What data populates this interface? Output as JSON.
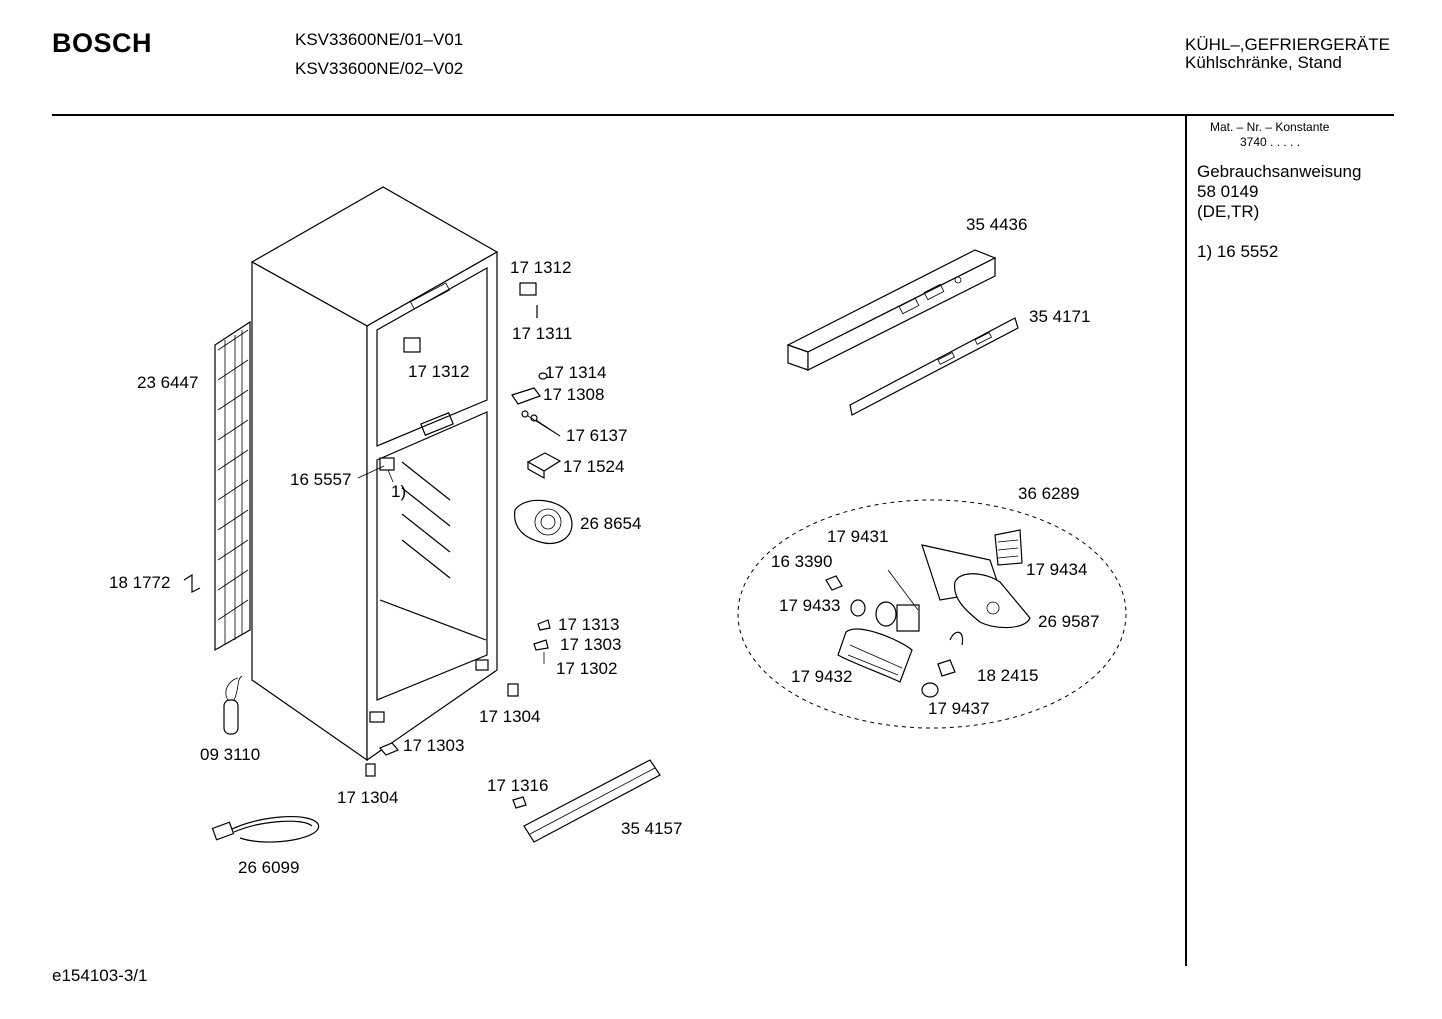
{
  "header": {
    "brand": "BOSCH",
    "models": [
      "KSV33600NE/01–V01",
      "KSV33600NE/02–V02"
    ],
    "category_line1": "KÜHL–,GEFRIERGERÄTE",
    "category_line2": "Kühlschränke, Stand"
  },
  "sidebar": {
    "mat_label": "Mat. – Nr. – Konstante",
    "mat_value": "3740  .   .   .  .  .",
    "manual_title": "Gebrauchsanweisung",
    "manual_number": "58 0149",
    "manual_langs": "(DE,TR)",
    "note": "1)  16 5552"
  },
  "footer": {
    "drawing_id": "e154103-3/1"
  },
  "parts": [
    {
      "id": "p171312a",
      "text": "17 1312"
    },
    {
      "id": "p171311",
      "text": "17 1311"
    },
    {
      "id": "p171312b",
      "text": "17 1312"
    },
    {
      "id": "p236447",
      "text": "23 6447"
    },
    {
      "id": "p171314",
      "text": "17 1314"
    },
    {
      "id": "p171308",
      "text": "17 1308"
    },
    {
      "id": "p176137",
      "text": "17 6137"
    },
    {
      "id": "p171524",
      "text": "17 1524"
    },
    {
      "id": "p165557",
      "text": "16 5557"
    },
    {
      "id": "pnote1",
      "text": "1)"
    },
    {
      "id": "p268654",
      "text": "26 8654"
    },
    {
      "id": "p181772",
      "text": "18 1772"
    },
    {
      "id": "p171313",
      "text": "17 1313"
    },
    {
      "id": "p171303a",
      "text": "17 1303"
    },
    {
      "id": "p171302",
      "text": "17 1302"
    },
    {
      "id": "p171304a",
      "text": "17 1304"
    },
    {
      "id": "p093110",
      "text": "09 3110"
    },
    {
      "id": "p171303b",
      "text": "17 1303"
    },
    {
      "id": "p171304b",
      "text": "17 1304"
    },
    {
      "id": "p171316",
      "text": "17 1316"
    },
    {
      "id": "p354157",
      "text": "35 4157"
    },
    {
      "id": "p266099",
      "text": "26 6099"
    },
    {
      "id": "p354436",
      "text": "35 4436"
    },
    {
      "id": "p354171",
      "text": "35 4171"
    },
    {
      "id": "p366289",
      "text": "36 6289"
    },
    {
      "id": "p179431",
      "text": "17 9431"
    },
    {
      "id": "p163390",
      "text": "16 3390"
    },
    {
      "id": "p179434",
      "text": "17 9434"
    },
    {
      "id": "p179433",
      "text": "17 9433"
    },
    {
      "id": "p269587",
      "text": "26 9587"
    },
    {
      "id": "p179432",
      "text": "17 9432"
    },
    {
      "id": "p182415",
      "text": "18 2415"
    },
    {
      "id": "p179437",
      "text": "17 9437"
    }
  ]
}
